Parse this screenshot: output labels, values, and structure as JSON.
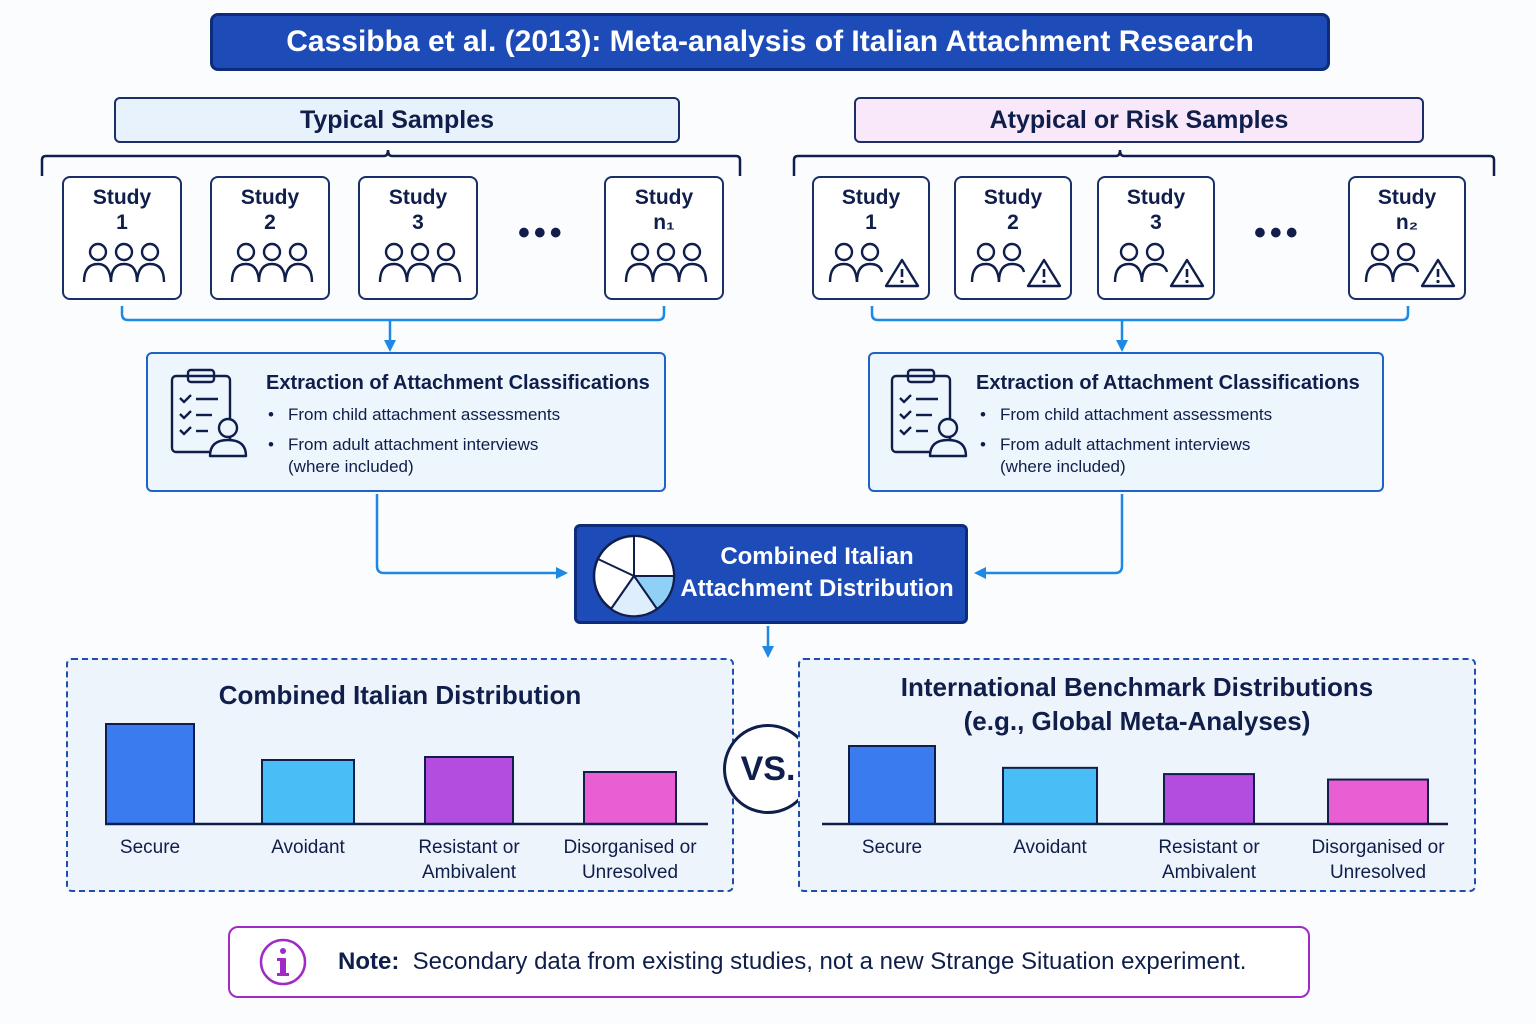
{
  "title": "Cassibba et al. (2013): Meta-analysis of Italian Attachment Research",
  "typical": {
    "header": "Typical Samples",
    "studies": [
      {
        "label": "Study",
        "num": "1"
      },
      {
        "label": "Study",
        "num": "2"
      },
      {
        "label": "Study",
        "num": "3"
      },
      {
        "label": "Study",
        "num": "n₁"
      }
    ],
    "ellipsis": "•••",
    "extraction": {
      "title": "Extraction of Attachment Classifications",
      "bullet1": "From child attachment assessments",
      "bullet2": "From adult attachment interviews",
      "bullet2b": "(where included)"
    }
  },
  "atypical": {
    "header": "Atypical or Risk Samples",
    "studies": [
      {
        "label": "Study",
        "num": "1"
      },
      {
        "label": "Study",
        "num": "2"
      },
      {
        "label": "Study",
        "num": "3"
      },
      {
        "label": "Study",
        "num": "n₂"
      }
    ],
    "ellipsis": "•••",
    "extraction": {
      "title": "Extraction of Attachment Classifications",
      "bullet1": "From child attachment assessments",
      "bullet2": "From adult attachment interviews",
      "bullet2b": "(where included)"
    }
  },
  "combined_box": {
    "line1": "Combined Italian",
    "line2": "Attachment Distribution"
  },
  "vs": "VS.",
  "colors": {
    "secure": "#3a7bf0",
    "avoidant": "#48bdf6",
    "resistant": "#b34ddf",
    "disorganised": "#ea5ed3"
  },
  "icons": {
    "people": "people-group-icon",
    "warning": "warning-icon",
    "clipboard": "clipboard-person-icon",
    "pie": "pie-chart-icon",
    "info": "info-icon"
  },
  "chart_data": [
    {
      "type": "bar",
      "title": "Combined Italian Distribution",
      "categories": [
        "Secure",
        "Avoidant",
        "Resistant or Ambivalent",
        "Disorganised or Unresolved"
      ],
      "category_lines": [
        [
          "Secure"
        ],
        [
          "Avoidant"
        ],
        [
          "Resistant or",
          "Ambivalent"
        ],
        [
          "Disorganised or",
          "Unresolved"
        ]
      ],
      "values": [
        100,
        64,
        67,
        52
      ],
      "ylim": [
        0,
        100
      ]
    },
    {
      "type": "bar",
      "title_line1": "International Benchmark Distributions",
      "title_line2": "(e.g., Global Meta-Analyses)",
      "categories": [
        "Secure",
        "Avoidant",
        "Resistant or Ambivalent",
        "Disorganised or Unresolved"
      ],
      "category_lines": [
        [
          "Secure"
        ],
        [
          "Avoidant"
        ],
        [
          "Resistant or",
          "Ambivalent"
        ],
        [
          "Disorganised or",
          "Unresolved"
        ]
      ],
      "values": [
        100,
        72,
        64,
        57
      ],
      "ylim": [
        0,
        100
      ]
    }
  ],
  "note": {
    "label": "Note:",
    "text": "Secondary data from existing studies, not a new Strange Situation experiment."
  }
}
